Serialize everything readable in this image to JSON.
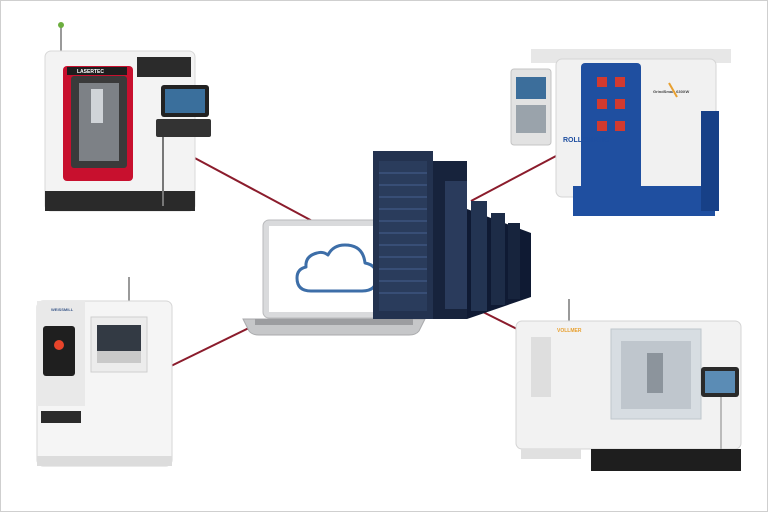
{
  "diagram": {
    "hub": "laptop",
    "hub_icon": "cloud-icon",
    "server": "server-rack",
    "machines": [
      {
        "id": "machine-top-left",
        "brand_text": "LASERTEC",
        "accent": "#c8102e"
      },
      {
        "id": "machine-top-right",
        "brand_text": "ROLLOMATIC",
        "model_text": "GrindSmart 630XW",
        "accent": "#1f4fa0"
      },
      {
        "id": "machine-bottom-left",
        "brand_text": "WEISSMILL",
        "accent": "#e8442a"
      },
      {
        "id": "machine-bottom-right",
        "brand_text": "VOLLMER",
        "accent": "#e8a030"
      }
    ]
  },
  "colors": {
    "connector": "#8b1c2c",
    "cloud": "#3d6ea8",
    "rack": "#1c2a45",
    "background": "#ffffff"
  }
}
